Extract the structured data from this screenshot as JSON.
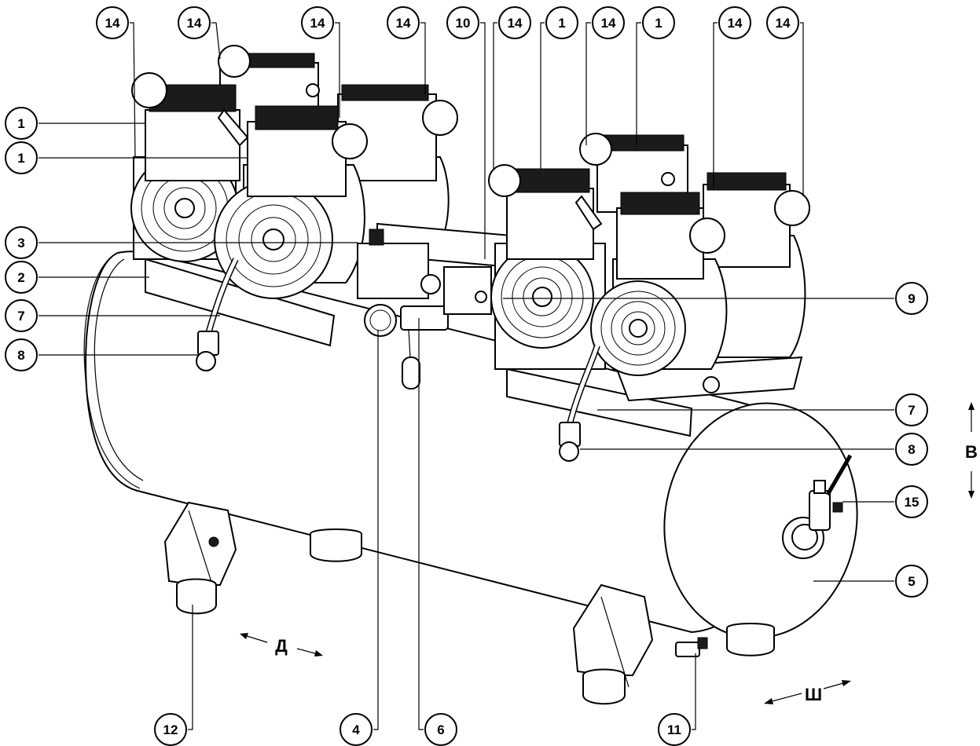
{
  "callouts": [
    {
      "id": "14"
    },
    {
      "id": "14"
    },
    {
      "id": "14"
    },
    {
      "id": "14"
    },
    {
      "id": "10"
    },
    {
      "id": "14"
    },
    {
      "id": "1"
    },
    {
      "id": "14"
    },
    {
      "id": "1"
    },
    {
      "id": "14"
    },
    {
      "id": "14"
    },
    {
      "id": "1"
    },
    {
      "id": "1"
    },
    {
      "id": "3"
    },
    {
      "id": "2"
    },
    {
      "id": "7"
    },
    {
      "id": "8"
    },
    {
      "id": "9"
    },
    {
      "id": "7"
    },
    {
      "id": "8"
    },
    {
      "id": "15"
    },
    {
      "id": "5"
    },
    {
      "id": "12"
    },
    {
      "id": "4"
    },
    {
      "id": "6"
    },
    {
      "id": "11"
    }
  ],
  "directions": {
    "height": "В",
    "length": "Д",
    "width": "Ш"
  }
}
